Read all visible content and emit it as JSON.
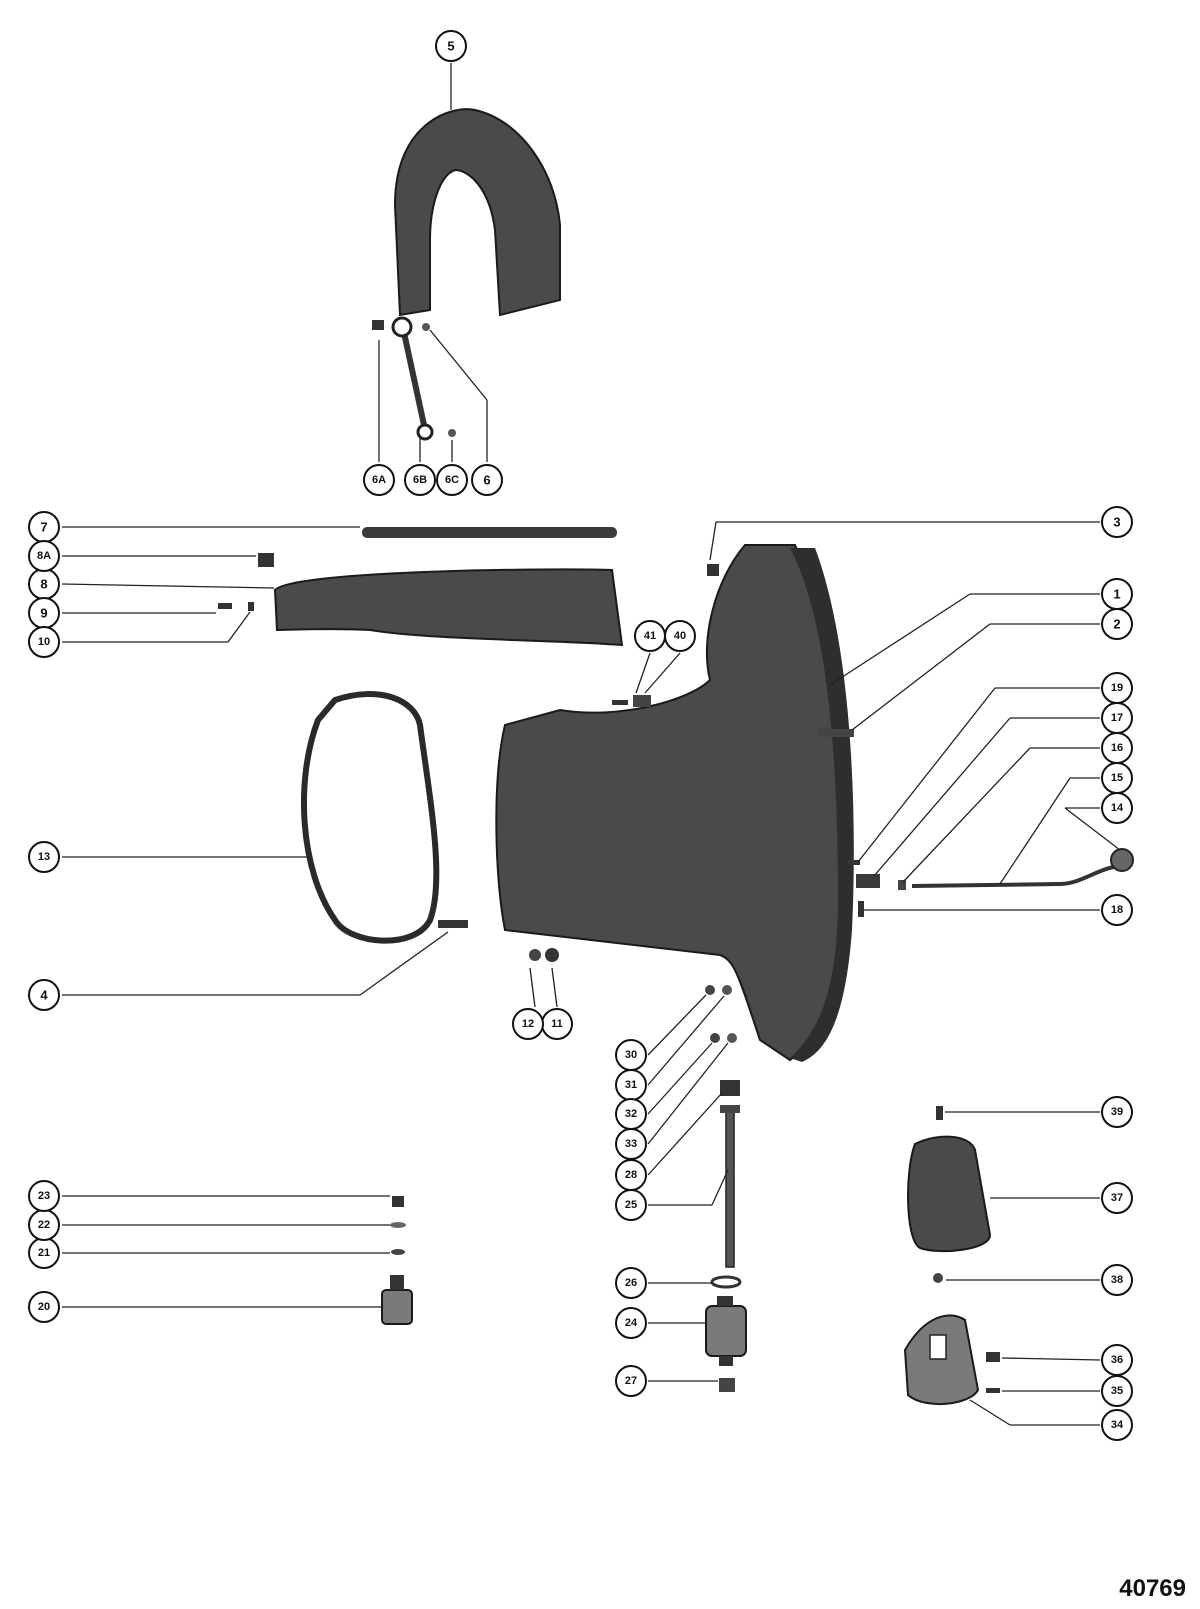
{
  "drawing_number": "40769",
  "callouts": [
    "1",
    "2",
    "3",
    "4",
    "5",
    "6",
    "6A",
    "6B",
    "6C",
    "7",
    "8",
    "8A",
    "9",
    "10",
    "11",
    "12",
    "13",
    "14",
    "15",
    "16",
    "17",
    "18",
    "19",
    "20",
    "21",
    "22",
    "23",
    "24",
    "25",
    "26",
    "27",
    "28",
    "30",
    "31",
    "32",
    "33",
    "34",
    "35",
    "36",
    "37",
    "38",
    "39",
    "40",
    "41"
  ],
  "colors": {
    "ink": "#111111",
    "part_fill": "#4a4a4a",
    "background": "#ffffff"
  }
}
